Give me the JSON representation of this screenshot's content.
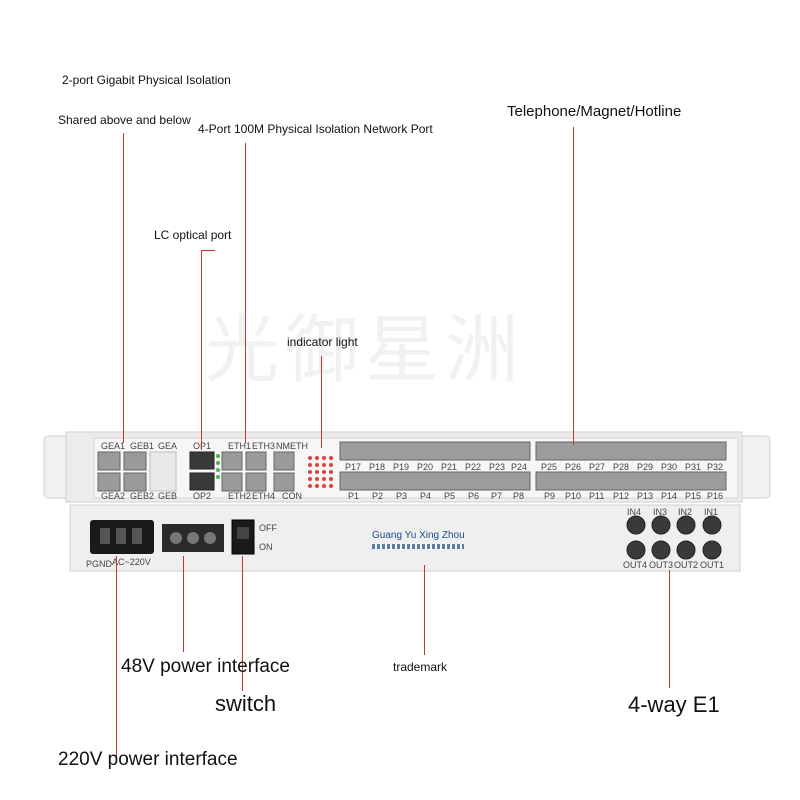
{
  "labels": {
    "gigabit_isolation": "2-port Gigabit Physical Isolation",
    "shared": "Shared above and below",
    "four_port_100m": "4-Port 100M Physical Isolation Network Port",
    "telephone": "Telephone/Magnet/Hotline",
    "lc_optical": "LC optical port",
    "indicator": "indicator light",
    "power_48v": "48V power interface",
    "switch": "switch",
    "trademark": "trademark",
    "e1": "4-way E1",
    "power_220v": "220V power interface"
  },
  "device": {
    "brand_text": "Guang Yu Xing Zhou",
    "front_top_marks": [
      "GEA1",
      "GEB1",
      "GEA",
      "OP1",
      "ETH1",
      "ETH3",
      "NMETH"
    ],
    "front_bottom_marks": [
      "GEA2",
      "GEB2",
      "GEB",
      "OP2",
      "ETH2",
      "ETH4",
      "CON"
    ],
    "phone_top": [
      "P17",
      "P18",
      "P19",
      "P20",
      "P21",
      "P22",
      "P23",
      "P24",
      "P25",
      "P26",
      "P27",
      "P28",
      "P29",
      "P30",
      "P31",
      "P32"
    ],
    "phone_bottom": [
      "P1",
      "P2",
      "P3",
      "P4",
      "P5",
      "P6",
      "P7",
      "P8",
      "P9",
      "P10",
      "P11",
      "P12",
      "P13",
      "P14",
      "P15",
      "P16"
    ],
    "rear_power_mark": "AC~220V",
    "rear_ground_mark": "PGND",
    "switch_off": "OFF",
    "switch_on": "ON",
    "bnc_top": [
      "IN4",
      "IN3",
      "IN2",
      "IN1"
    ],
    "bnc_bottom": [
      "OUT4",
      "OUT3",
      "OUT2",
      "OUT1"
    ]
  },
  "colors": {
    "leader": "#c0392b",
    "chassis": "#ececec",
    "led": "#e04040"
  }
}
